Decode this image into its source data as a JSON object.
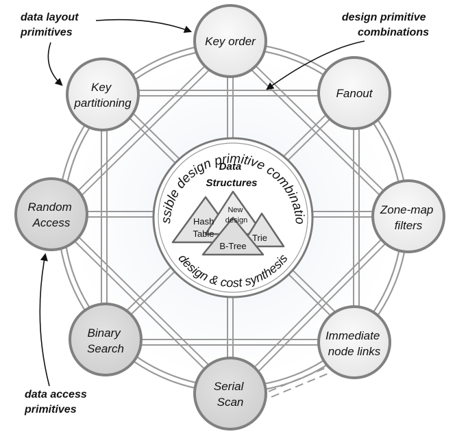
{
  "annotations": {
    "data_layout_primitives": [
      "data layout",
      "primitives"
    ],
    "design_primitive_combinations": [
      "design primitive",
      "combinations"
    ],
    "data_access_primitives": [
      "data access",
      "primitives"
    ]
  },
  "nodes": {
    "key_order": [
      "Key order"
    ],
    "fanout": [
      "Fanout"
    ],
    "zone_map_filters": [
      "Zone-map",
      "filters"
    ],
    "immediate_node_links": [
      "Immediate",
      "node links"
    ],
    "serial_scan": [
      "Serial",
      "Scan"
    ],
    "binary_search": [
      "Binary",
      "Search"
    ],
    "random_access": [
      "Random",
      "Access"
    ],
    "key_partitioning": [
      "Key",
      "partitioning"
    ]
  },
  "center": {
    "title": [
      "Data",
      "Structures"
    ],
    "arc_top": "possible design primitive combinations",
    "arc_bottom": "design & cost synthesis",
    "triangles": {
      "hash_table": [
        "Hash",
        "Table"
      ],
      "new_design": [
        "New",
        "design"
      ],
      "trie": [
        "Trie"
      ],
      "b_tree": [
        "B-Tree"
      ]
    }
  },
  "colors": {
    "layout_node_fill": "#f3f3f3",
    "access_node_fill": "#d9d9d9",
    "ring_stroke": "#8a8a8a",
    "center_fill": "#ffffff",
    "background": "#ffffff"
  }
}
